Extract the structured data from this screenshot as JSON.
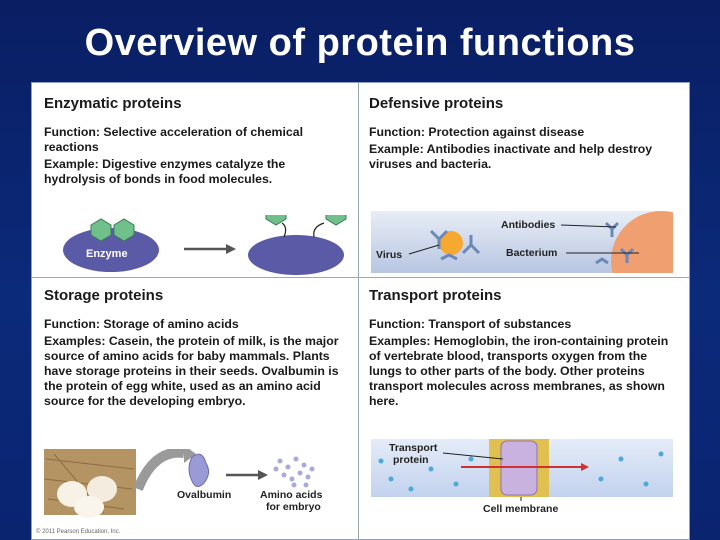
{
  "slide": {
    "title": "Overview of protein functions"
  },
  "panels": [
    {
      "heading": "Enzymatic proteins",
      "function": "Function: Selective acceleration of chemical reactions",
      "example": "Example: Digestive enzymes catalyze the hydrolysis of bonds in food molecules.",
      "labels": {
        "enzyme": "Enzyme"
      }
    },
    {
      "heading": "Defensive proteins",
      "function": "Function: Protection against disease",
      "example": "Example: Antibodies inactivate and help destroy viruses and bacteria.",
      "labels": {
        "antibodies": "Antibodies",
        "virus": "Virus",
        "bacterium": "Bacterium"
      }
    },
    {
      "heading": "Storage proteins",
      "function": "Function: Storage of amino acids",
      "example": "Examples: Casein, the protein of milk, is the major source of amino acids for baby mammals. Plants have storage proteins in their seeds. Ovalbumin is the protein of egg white, used as an amino acid source for the developing embryo.",
      "labels": {
        "ovalbumin": "Ovalbumin",
        "amino_acids_1": "Amino acids",
        "amino_acids_2": "for embryo"
      }
    },
    {
      "heading": "Transport proteins",
      "function": "Function: Transport of substances",
      "example": "Examples: Hemoglobin, the iron-containing protein of vertebrate blood, transports oxygen from the lungs to other parts of the body. Other proteins transport molecules across membranes, as shown here.",
      "labels": {
        "transport_1": "Transport",
        "transport_2": "protein",
        "membrane": "Cell membrane"
      }
    }
  ],
  "copyright": "© 2011 Pearson Education, Inc.",
  "colors": {
    "background": "#0b2a7a",
    "enzyme": "#5a5aa6",
    "substrate": "#6fc08a",
    "bacterium": "#f0a070",
    "membrane": "#e0c050"
  }
}
